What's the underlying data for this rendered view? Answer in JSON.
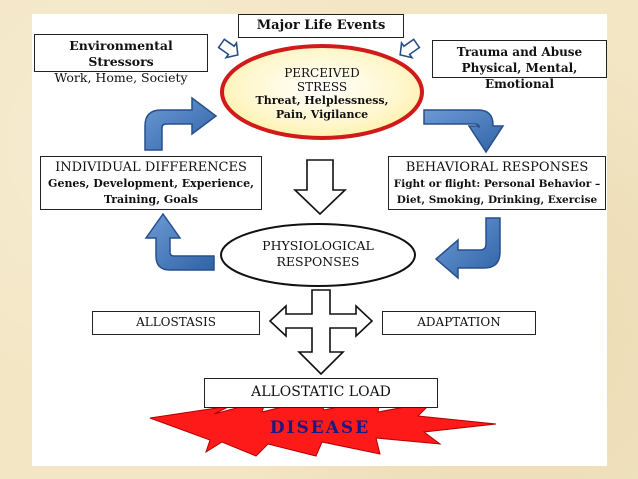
{
  "diagram": {
    "major_life_events": "Major Life Events",
    "environmental": {
      "title": "Environmental Stressors",
      "subtitle": "Work, Home, Society"
    },
    "trauma": {
      "title": "Trauma and Abuse",
      "subtitle": "Physical, Mental, Emotional"
    },
    "perceived": {
      "line1": "PERCEIVED",
      "line2": "STRESS",
      "line3": "Threat, Helplessness,",
      "line4": "Pain, Vigilance"
    },
    "individual": {
      "title": "INDIVIDUAL DIFFERENCES",
      "line1": "Genes, Development, Experience,",
      "line2": "Training, Goals"
    },
    "behavioral": {
      "title": "BEHAVIORAL RESPONSES",
      "line1": "Fight or flight: Personal Behavior –",
      "line2": "Diet, Smoking, Drinking, Exercise"
    },
    "physiological": {
      "line1": "PHYSIOLOGICAL",
      "line2": "RESPONSES"
    },
    "allostasis": "ALLOSTASIS",
    "adaptation": "ADAPTATION",
    "allostatic_load": "ALLOSTATIC LOAD",
    "disease": "DISEASE"
  },
  "colors": {
    "background": "#f3e6c4",
    "panel": "#ffffff",
    "curved_arrow": "#3f76b8",
    "ellipse_border": "#d11a1a",
    "ellipse_fill": "#fff7b0",
    "burst": "#ff1a1a",
    "disease_text": "#1a1a80"
  }
}
